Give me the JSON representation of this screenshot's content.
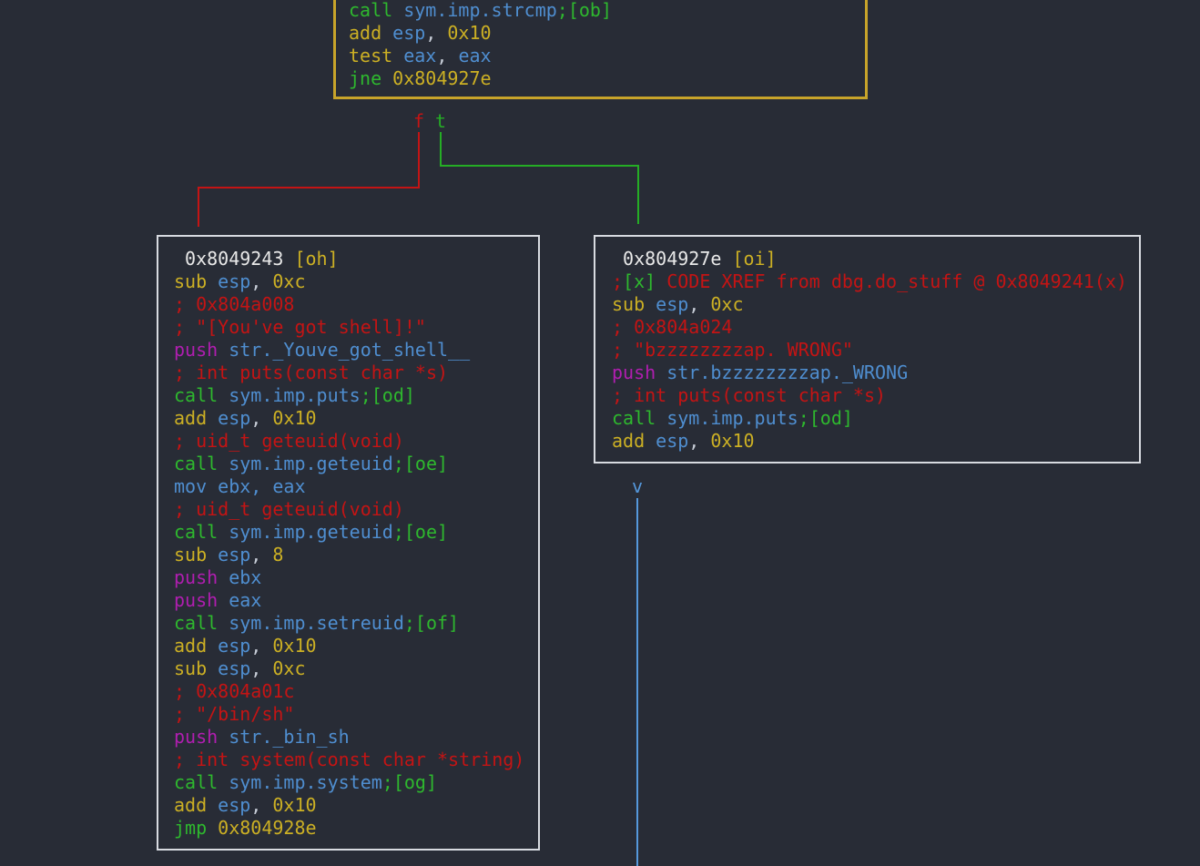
{
  "app": {
    "view": "disassembly graph"
  },
  "colors": {
    "background": "#282c36",
    "block_border": "#d8dbe1",
    "selected_block_border": "#c8a42a",
    "opcode_flow_green": "#2eb82e",
    "opcode_math_yellow": "#ccb024",
    "register_symbol_blue": "#4f8ed0",
    "comment_red": "#c41414",
    "push_magenta": "#b01eb0",
    "address_white": "#e9e9e9",
    "punctuation_gray": "#c8ced8",
    "edge_false_red": "#c41414",
    "edge_true_green": "#25ad25",
    "edge_flow_blue": "#5598dc"
  },
  "edges": {
    "f": {
      "label": "f",
      "color": "#c41414"
    },
    "t": {
      "label": "t",
      "color": "#25ad25"
    },
    "v": {
      "label": "v",
      "color": "#5598dc"
    }
  },
  "blocks": [
    {
      "id": "blk-top",
      "name": "basic-block-selected",
      "lines": [
        [
          [
            "g",
            "call "
          ],
          [
            "b",
            "sym.imp.strcmp"
          ],
          [
            "g",
            ";[ob]"
          ]
        ],
        [
          [
            "y",
            "add "
          ],
          [
            "b",
            "esp"
          ],
          [
            "p",
            ", "
          ],
          [
            "y",
            "0x10"
          ]
        ],
        [
          [
            "y",
            "test "
          ],
          [
            "b",
            "eax"
          ],
          [
            "p",
            ", "
          ],
          [
            "b",
            "eax"
          ]
        ],
        [
          [
            "g",
            "jne "
          ],
          [
            "y",
            "0x804927e"
          ]
        ]
      ]
    },
    {
      "id": "blk-left",
      "name": "basic-block-0x8049243",
      "address": "0x8049243",
      "tag": "[oh]",
      "lines": [
        [
          [
            "w",
            " 0x8049243 "
          ],
          [
            "y",
            "[oh]"
          ]
        ],
        [
          [
            "y",
            "sub "
          ],
          [
            "b",
            "esp"
          ],
          [
            "p",
            ", "
          ],
          [
            "y",
            "0xc"
          ]
        ],
        [
          [
            "r",
            "; 0x804a008"
          ]
        ],
        [
          [
            "r",
            "; \"[You've got shell]!\""
          ]
        ],
        [
          [
            "m",
            "push "
          ],
          [
            "b",
            "str._Youve_got_shell__"
          ]
        ],
        [
          [
            "r",
            "; int puts(const char *s)"
          ]
        ],
        [
          [
            "g",
            "call "
          ],
          [
            "b",
            "sym.imp.puts"
          ],
          [
            "g",
            ";[od]"
          ]
        ],
        [
          [
            "y",
            "add "
          ],
          [
            "b",
            "esp"
          ],
          [
            "p",
            ", "
          ],
          [
            "y",
            "0x10"
          ]
        ],
        [
          [
            "r",
            "; uid_t geteuid(void)"
          ]
        ],
        [
          [
            "g",
            "call "
          ],
          [
            "b",
            "sym.imp.geteuid"
          ],
          [
            "g",
            ";[oe]"
          ]
        ],
        [
          [
            "b",
            "mov ebx, eax"
          ]
        ],
        [
          [
            "r",
            "; uid_t geteuid(void)"
          ]
        ],
        [
          [
            "g",
            "call "
          ],
          [
            "b",
            "sym.imp.geteuid"
          ],
          [
            "g",
            ";[oe]"
          ]
        ],
        [
          [
            "y",
            "sub "
          ],
          [
            "b",
            "esp"
          ],
          [
            "p",
            ", "
          ],
          [
            "y",
            "8"
          ]
        ],
        [
          [
            "m",
            "push "
          ],
          [
            "b",
            "ebx"
          ]
        ],
        [
          [
            "m",
            "push "
          ],
          [
            "b",
            "eax"
          ]
        ],
        [
          [
            "g",
            "call "
          ],
          [
            "b",
            "sym.imp.setreuid"
          ],
          [
            "g",
            ";[of]"
          ]
        ],
        [
          [
            "y",
            "add "
          ],
          [
            "b",
            "esp"
          ],
          [
            "p",
            ", "
          ],
          [
            "y",
            "0x10"
          ]
        ],
        [
          [
            "y",
            "sub "
          ],
          [
            "b",
            "esp"
          ],
          [
            "p",
            ", "
          ],
          [
            "y",
            "0xc"
          ]
        ],
        [
          [
            "r",
            "; 0x804a01c"
          ]
        ],
        [
          [
            "r",
            "; \"/bin/sh\""
          ]
        ],
        [
          [
            "m",
            "push "
          ],
          [
            "b",
            "str._bin_sh"
          ]
        ],
        [
          [
            "r",
            "; int system(const char *string)"
          ]
        ],
        [
          [
            "g",
            "call "
          ],
          [
            "b",
            "sym.imp.system"
          ],
          [
            "g",
            ";[og]"
          ]
        ],
        [
          [
            "y",
            "add "
          ],
          [
            "b",
            "esp"
          ],
          [
            "p",
            ", "
          ],
          [
            "y",
            "0x10"
          ]
        ],
        [
          [
            "g",
            "jmp "
          ],
          [
            "y",
            "0x804928e"
          ]
        ]
      ]
    },
    {
      "id": "blk-right",
      "name": "basic-block-0x804927e",
      "address": "0x804927e",
      "tag": "[oi]",
      "lines": [
        [
          [
            "w",
            " 0x804927e "
          ],
          [
            "y",
            "[oi]"
          ]
        ],
        [
          [
            "r",
            ";"
          ],
          [
            "g",
            "[x]"
          ],
          [
            "r",
            " CODE XREF from dbg.do_stuff @ 0x8049241(x)"
          ]
        ],
        [
          [
            "y",
            "sub "
          ],
          [
            "b",
            "esp"
          ],
          [
            "p",
            ", "
          ],
          [
            "y",
            "0xc"
          ]
        ],
        [
          [
            "r",
            "; 0x804a024"
          ]
        ],
        [
          [
            "r",
            "; \"bzzzzzzzzap. WRONG\""
          ]
        ],
        [
          [
            "m",
            "push "
          ],
          [
            "b",
            "str.bzzzzzzzzap._WRONG"
          ]
        ],
        [
          [
            "r",
            "; int puts(const char *s)"
          ]
        ],
        [
          [
            "g",
            "call "
          ],
          [
            "b",
            "sym.imp.puts"
          ],
          [
            "g",
            ";[od]"
          ]
        ],
        [
          [
            "y",
            "add "
          ],
          [
            "b",
            "esp"
          ],
          [
            "p",
            ", "
          ],
          [
            "y",
            "0x10"
          ]
        ]
      ]
    }
  ]
}
